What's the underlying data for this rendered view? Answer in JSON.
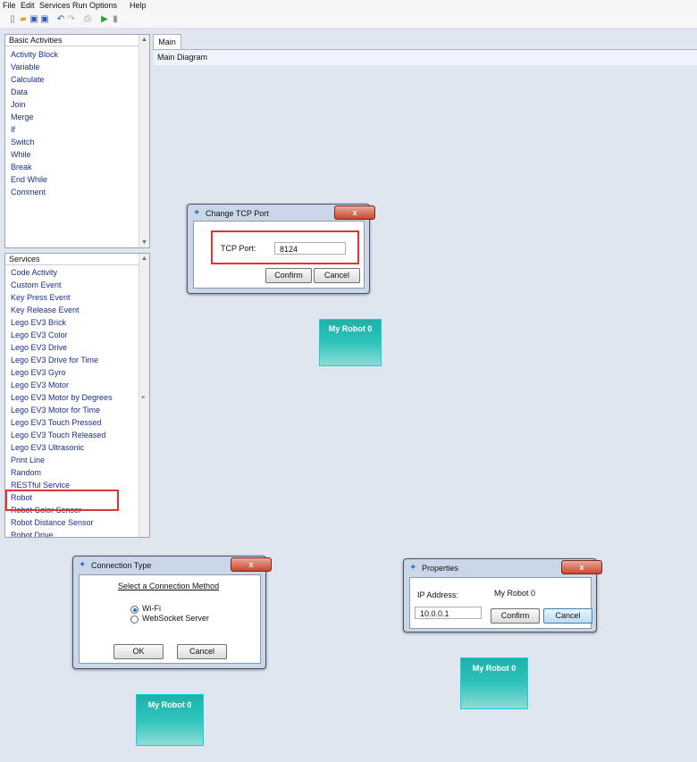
{
  "menu": [
    "File",
    "Edit",
    "Services",
    "Run",
    "Options",
    "Help"
  ],
  "toolbar_icons": [
    "new-file-icon",
    "open-folder-icon",
    "save-icon",
    "save-all-icon",
    "undo-icon",
    "redo-icon",
    "print-icon",
    "run-icon",
    "stop-icon"
  ],
  "basic_activities": {
    "header": "Basic Activities",
    "items": [
      "Activity Block",
      "Variable",
      "Calculate",
      "Data",
      "Join",
      "Merge",
      "If",
      "Switch",
      "While",
      "Break",
      "End While",
      "Comment"
    ]
  },
  "services": {
    "header": "Services",
    "items": [
      "Code Activity",
      "Custom Event",
      "Key Press Event",
      "Key Release Event",
      "Lego EV3 Brick",
      "Lego EV3 Color",
      "Lego EV3 Drive",
      "Lego EV3 Drive for Time",
      "Lego EV3 Gyro",
      "Lego EV3 Motor",
      "Lego EV3 Motor by Degrees",
      "Lego EV3 Motor for Time",
      "Lego EV3 Touch Pressed",
      "Lego EV3 Touch Released",
      "Lego EV3 Ultrasonic",
      "Print Line",
      "Random",
      "RESTful Service",
      "Robot",
      "Robot Color Sensor",
      "Robot Distance Sensor",
      "Robot Drive"
    ]
  },
  "tab": "Main",
  "diagram_title": "Main Diagram",
  "tcp_dialog": {
    "title": "Change TCP Port",
    "close": "x",
    "label": "TCP Port:",
    "value": "8124",
    "confirm": "Confirm",
    "cancel": "Cancel"
  },
  "robot_block_label": "My Robot 0",
  "connection_dialog": {
    "title": "Connection Type",
    "close": "x",
    "heading": "Select a Connection Method",
    "options": [
      "Wi-Fi",
      "WebSocket Server"
    ],
    "selected": "Wi-Fi",
    "ok": "OK",
    "cancel": "Cancel"
  },
  "properties_dialog": {
    "title": "Properties",
    "close": "x",
    "label": "IP Address:",
    "name_value": "My Robot 0",
    "ip_value": "10.0.0.1",
    "confirm": "Confirm",
    "cancel": "Cancel"
  },
  "colors": {
    "accent_red": "#e03535",
    "robot_teal": "#1eb1a8",
    "canvas_bg": "#dfe6f0"
  }
}
